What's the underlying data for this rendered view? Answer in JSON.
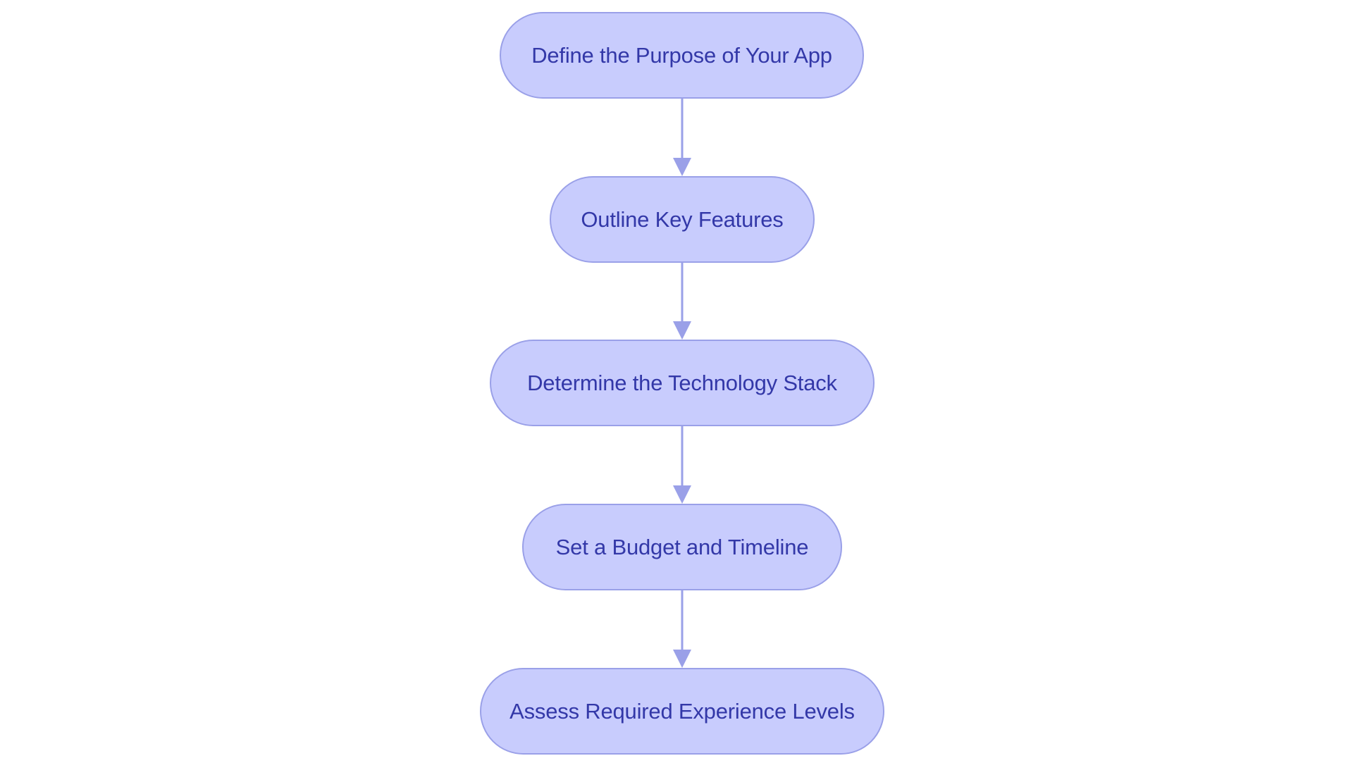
{
  "diagram": {
    "type": "flowchart",
    "direction": "top-to-bottom",
    "colors": {
      "node_fill": "#c8ccfd",
      "node_border": "#9aa0e8",
      "node_text": "#3338a8",
      "edge": "#9aa0e8",
      "background": "#ffffff"
    },
    "nodes": [
      {
        "id": "n1",
        "label": "Define the Purpose of Your App"
      },
      {
        "id": "n2",
        "label": "Outline Key Features"
      },
      {
        "id": "n3",
        "label": "Determine the Technology Stack"
      },
      {
        "id": "n4",
        "label": "Set a Budget and Timeline"
      },
      {
        "id": "n5",
        "label": "Assess Required Experience Levels"
      }
    ],
    "edges": [
      {
        "from": "n1",
        "to": "n2"
      },
      {
        "from": "n2",
        "to": "n3"
      },
      {
        "from": "n3",
        "to": "n4"
      },
      {
        "from": "n4",
        "to": "n5"
      }
    ]
  }
}
